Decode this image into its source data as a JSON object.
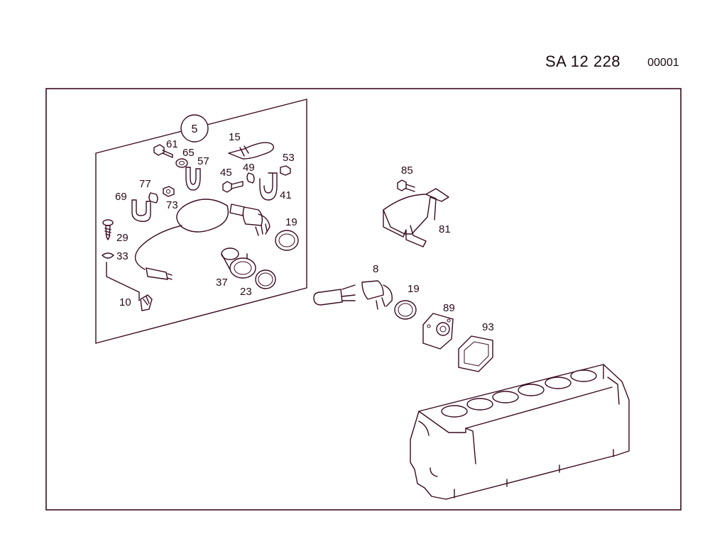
{
  "header": {
    "document_code": "SA   12 228",
    "sheet_number": "00001"
  },
  "callouts": {
    "group_label": "5",
    "labels": [
      {
        "id": "61",
        "text": "61"
      },
      {
        "id": "65",
        "text": "65"
      },
      {
        "id": "57",
        "text": "57"
      },
      {
        "id": "15",
        "text": "15"
      },
      {
        "id": "53",
        "text": "53"
      },
      {
        "id": "45",
        "text": "45"
      },
      {
        "id": "49",
        "text": "49"
      },
      {
        "id": "41",
        "text": "41"
      },
      {
        "id": "77",
        "text": "77"
      },
      {
        "id": "69",
        "text": "69"
      },
      {
        "id": "73",
        "text": "73"
      },
      {
        "id": "29",
        "text": "29"
      },
      {
        "id": "33",
        "text": "33"
      },
      {
        "id": "19a",
        "text": "19"
      },
      {
        "id": "37",
        "text": "37"
      },
      {
        "id": "23",
        "text": "23"
      },
      {
        "id": "10",
        "text": "10"
      },
      {
        "id": "85",
        "text": "85"
      },
      {
        "id": "81",
        "text": "81"
      },
      {
        "id": "8",
        "text": "8"
      },
      {
        "id": "19b",
        "text": "19"
      },
      {
        "id": "89",
        "text": "89"
      },
      {
        "id": "93",
        "text": "93"
      }
    ]
  }
}
